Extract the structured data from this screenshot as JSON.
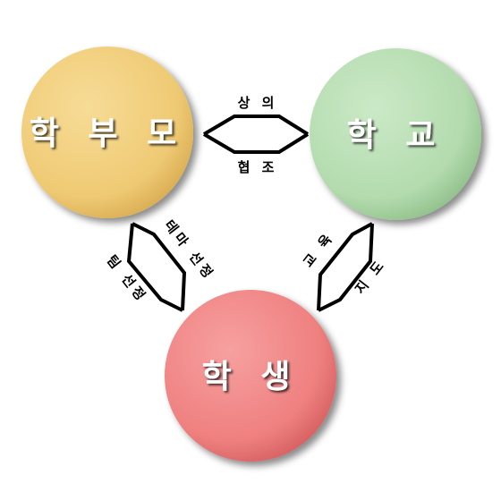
{
  "nodes": {
    "parents": {
      "label": "학 부 모",
      "color": "#f0cd7c"
    },
    "school": {
      "label": "학 교",
      "color": "#b7ddb3"
    },
    "student": {
      "label": "학 생",
      "color": "#f08080"
    }
  },
  "edges": {
    "parents_school": {
      "top": "상 의",
      "bottom": "협 조"
    },
    "parents_student": {
      "outer": "팀 선정",
      "inner": "테마 선정"
    },
    "school_student": {
      "outer": "지 도",
      "inner": "교 육"
    }
  }
}
